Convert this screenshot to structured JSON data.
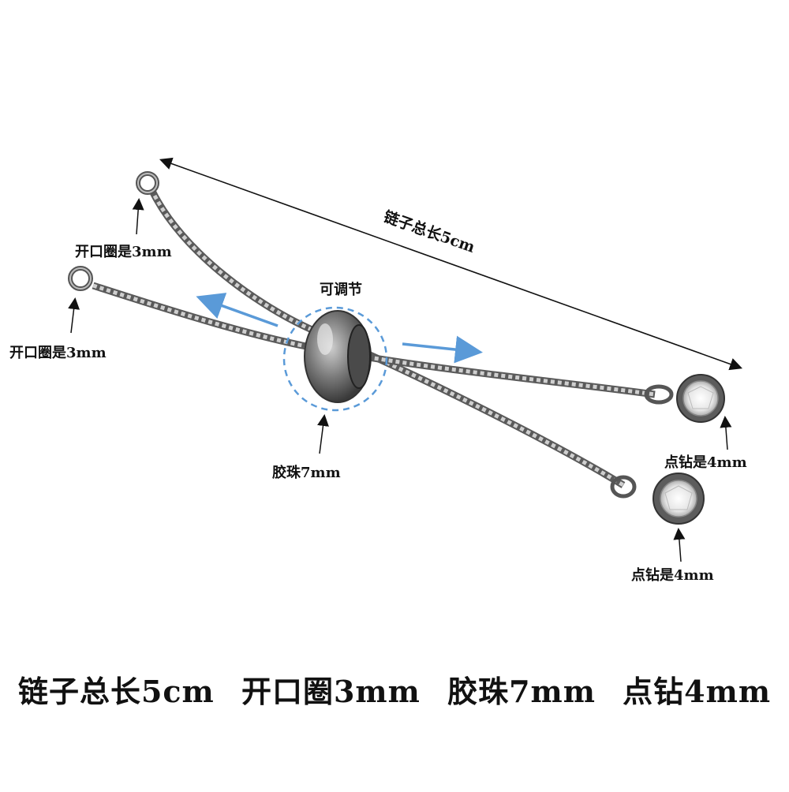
{
  "labels": {
    "total_length": "链子总长5cm",
    "adjustable": "可调节",
    "ring_upper": "开口圈是3mm",
    "ring_lower": "开口圈是3mm",
    "bead": "胶珠7mm",
    "diamond_upper": "点钻是4mm",
    "diamond_lower": "点钻是4mm"
  },
  "footer": {
    "chain": "链子总长5cm",
    "ring": "开口圈3mm",
    "bead": "胶珠7mm",
    "diamond": "点钻4mm"
  },
  "colors": {
    "chain": "#6b6b6b",
    "arrow_blue": "#5a9ad8",
    "dimension": "#111111"
  }
}
